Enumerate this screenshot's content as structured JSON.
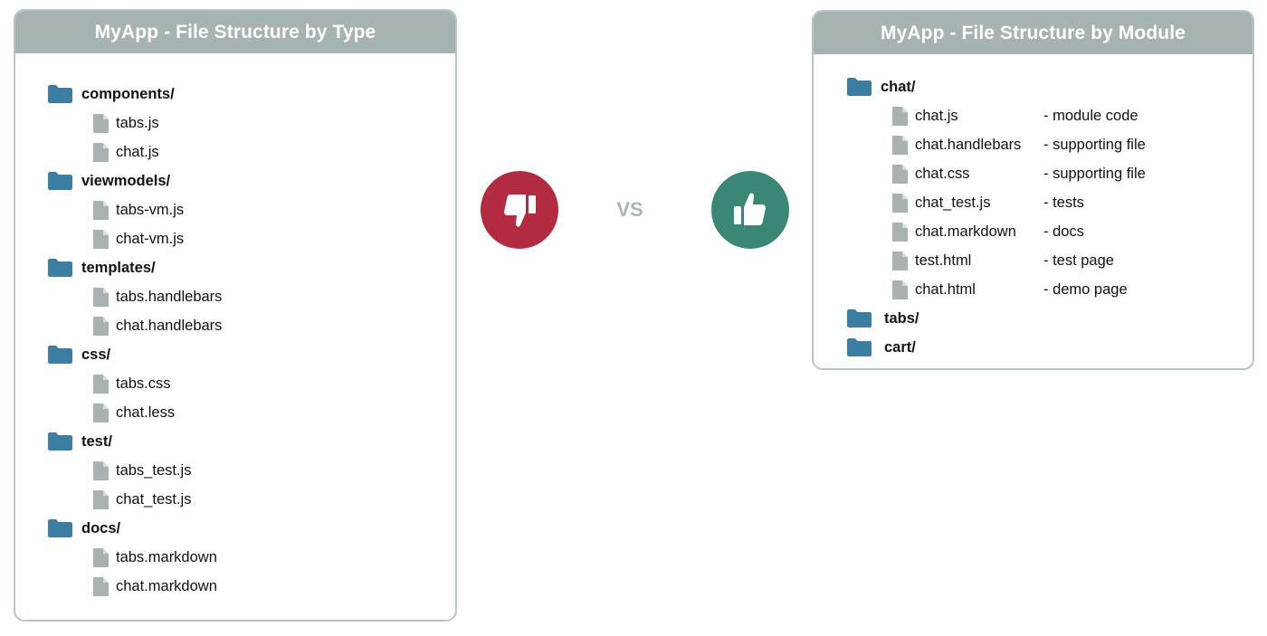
{
  "colors": {
    "header_bg": "#a7b3b3",
    "border": "#b9c4c4",
    "folder": "#3b7ea1",
    "file": "#a9b1b1",
    "bad": "#b22b40",
    "good": "#3a8775",
    "vs": "#a9b6b8"
  },
  "left": {
    "title": "MyApp - File Structure by Type",
    "folders": [
      {
        "name": "components/",
        "icon": "folder-icon",
        "files": [
          "tabs.js",
          "chat.js"
        ]
      },
      {
        "name": "viewmodels/",
        "icon": "folder-icon",
        "files": [
          "tabs-vm.js",
          "chat-vm.js"
        ]
      },
      {
        "name": "templates/",
        "icon": "folder-icon",
        "files": [
          "tabs.handlebars",
          "chat.handlebars"
        ]
      },
      {
        "name": "css/",
        "icon": "folder-icon",
        "files": [
          "tabs.css",
          "chat.less"
        ]
      },
      {
        "name": "test/",
        "icon": "folder-icon",
        "files": [
          "tabs_test.js",
          "chat_test.js"
        ]
      },
      {
        "name": "docs/",
        "icon": "folder-icon",
        "files": [
          "tabs.markdown",
          "chat.markdown"
        ]
      }
    ]
  },
  "middle": {
    "bad_icon": "thumbs-down-icon",
    "vs": "VS",
    "good_icon": "thumbs-up-icon"
  },
  "right": {
    "title": "MyApp - File Structure by Module",
    "chat_folder": "chat/",
    "chat_files": [
      {
        "name": "chat.js",
        "desc": "- module code"
      },
      {
        "name": "chat.handlebars",
        "desc": "- supporting file"
      },
      {
        "name": "chat.css",
        "desc": "- supporting file"
      },
      {
        "name": "chat_test.js",
        "desc": "- tests"
      },
      {
        "name": "chat.markdown",
        "desc": "- docs"
      },
      {
        "name": "test.html",
        "desc": "- test page"
      },
      {
        "name": "chat.html",
        "desc": "- demo page"
      }
    ],
    "other_folders": [
      "tabs/",
      "cart/"
    ]
  }
}
